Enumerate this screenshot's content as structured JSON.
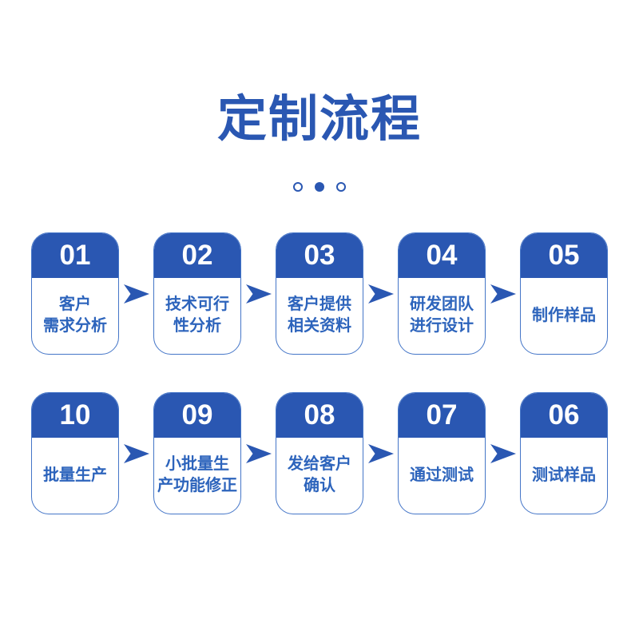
{
  "title": "定制流程",
  "dots": [
    {
      "style": "outline"
    },
    {
      "style": "filled"
    },
    {
      "style": "outline"
    }
  ],
  "colors": {
    "primary_blue": "#2a57b2",
    "body_text_blue": "#2d64bc",
    "card_border_blue": "#4576c8",
    "background": "#ffffff",
    "number_text": "#ffffff"
  },
  "rows": [
    {
      "steps": [
        {
          "number": "01",
          "label": "客户\n需求分析"
        },
        {
          "number": "02",
          "label": "技术可行\n性分析"
        },
        {
          "number": "03",
          "label": "客户提供\n相关资料"
        },
        {
          "number": "04",
          "label": "研发团队\n进行设计"
        },
        {
          "number": "05",
          "label": "制作样品"
        }
      ]
    },
    {
      "steps": [
        {
          "number": "10",
          "label": "批量生产"
        },
        {
          "number": "09",
          "label": "小批量生\n产功能修正"
        },
        {
          "number": "08",
          "label": "发给客户\n确认"
        },
        {
          "number": "07",
          "label": "通过测试"
        },
        {
          "number": "06",
          "label": "测试样品"
        }
      ]
    }
  ]
}
